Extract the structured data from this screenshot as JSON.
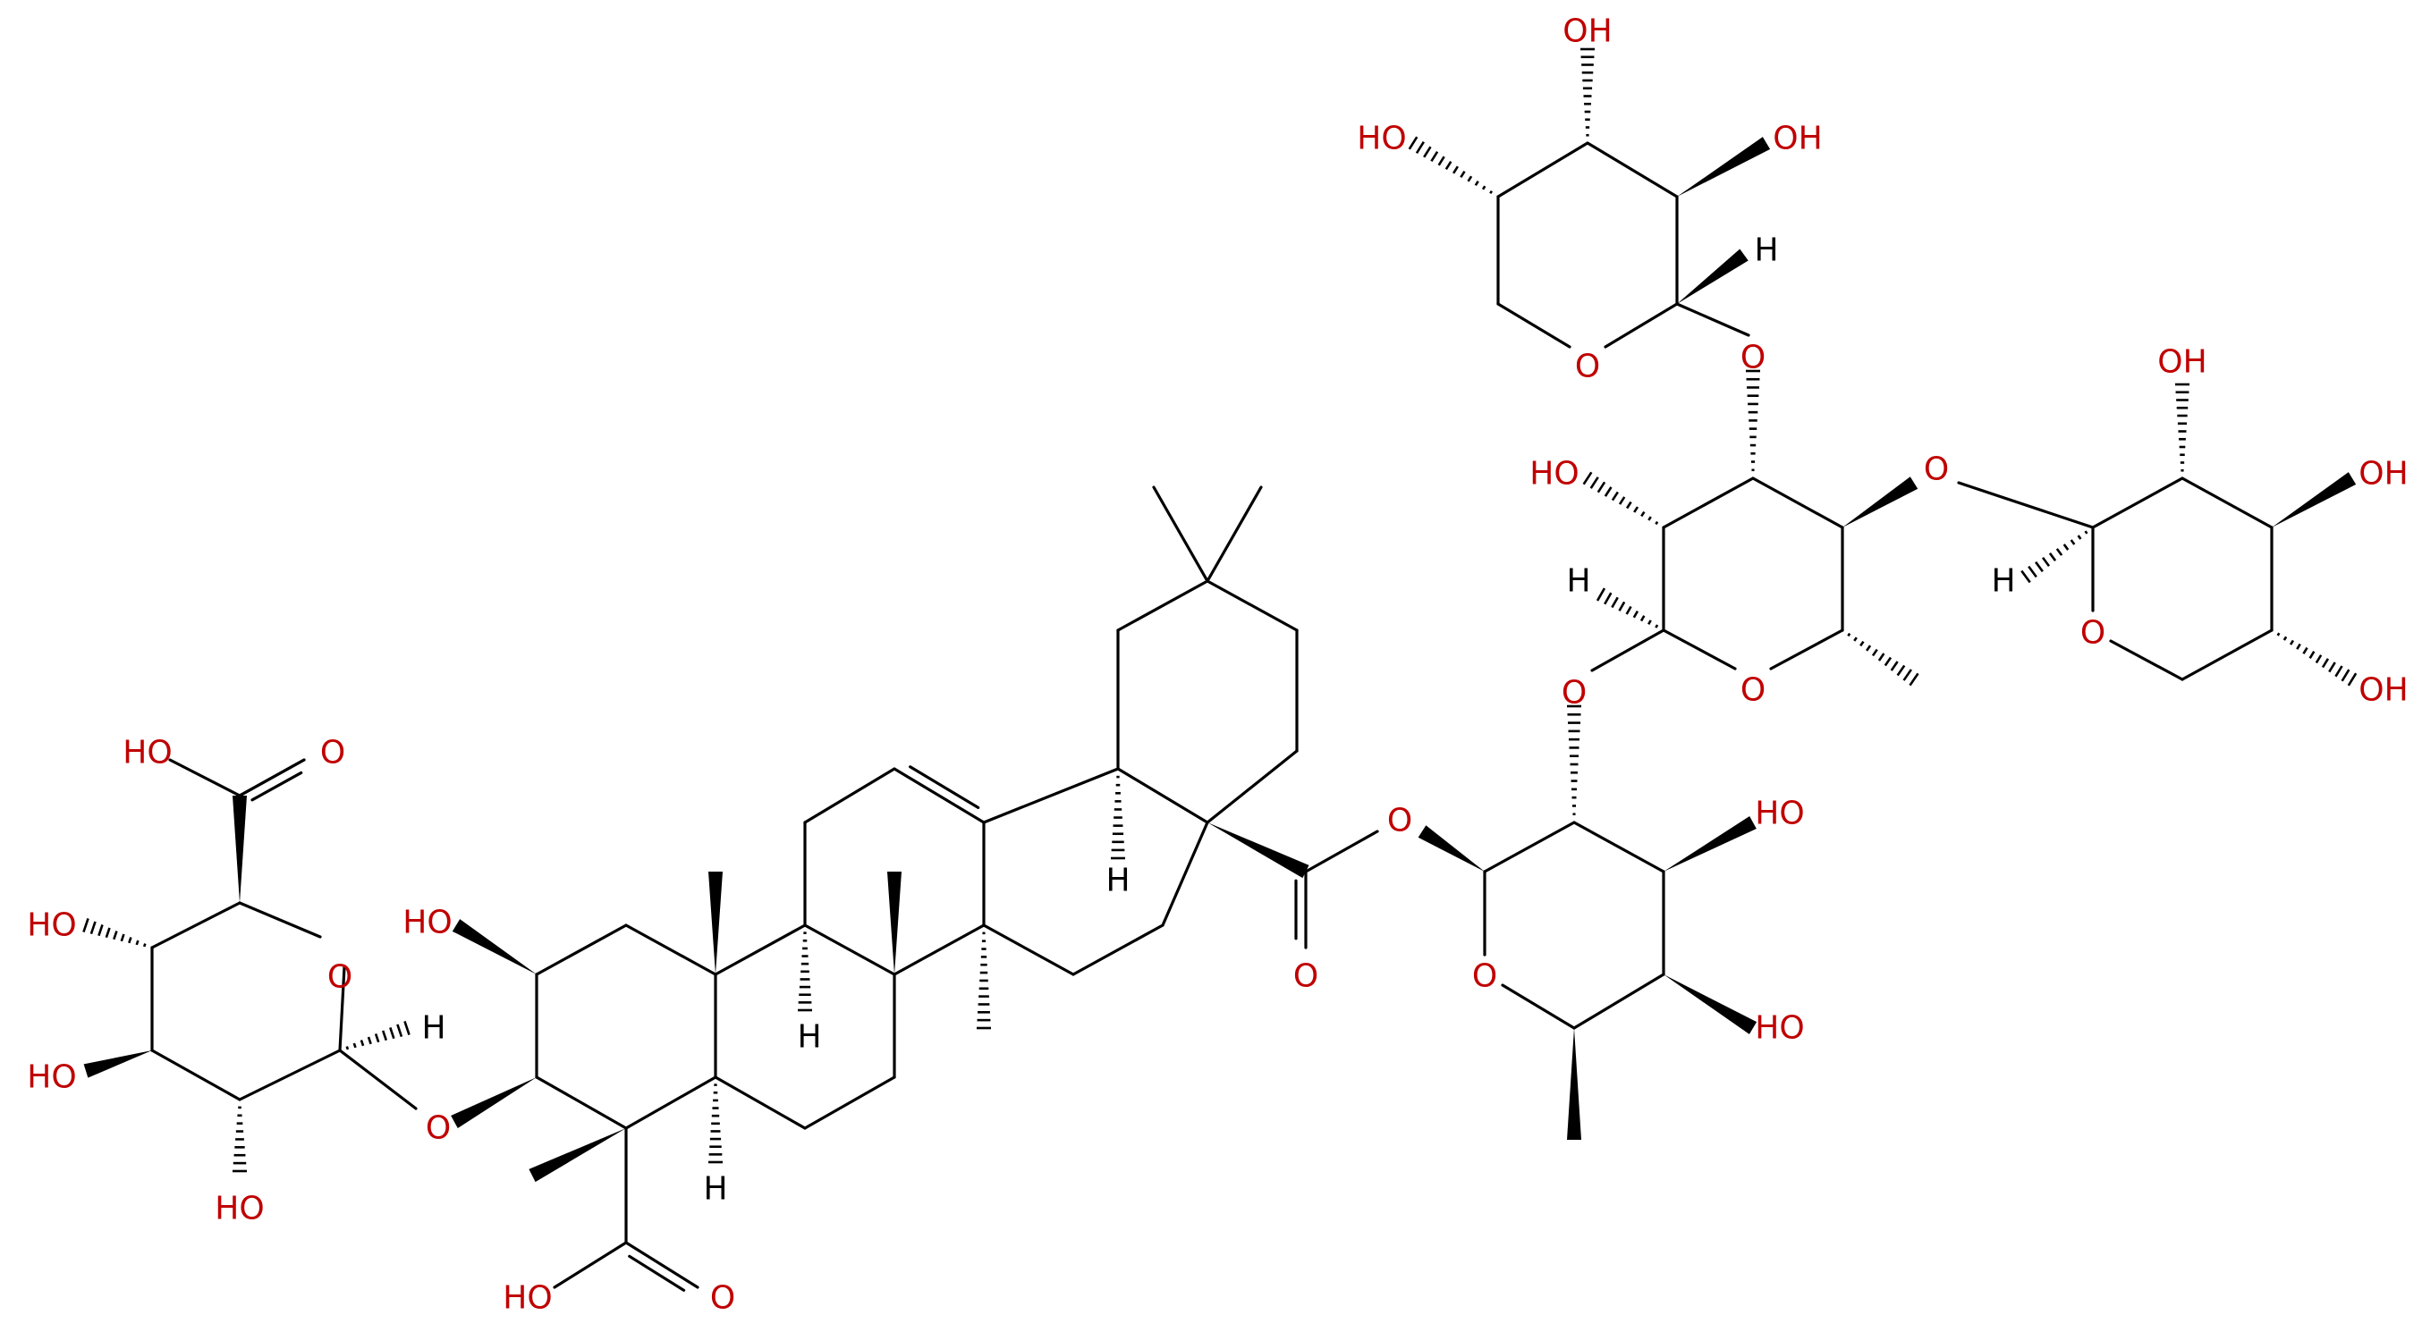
{
  "molecule": {
    "label_color": "#c00000",
    "bond_color": "#000000",
    "atoms": {
      "ho_glc_acid": "HO",
      "o_glc_acid_carbonyl": "O",
      "ho_glc_c4": "HO",
      "o_glc_ring": "O",
      "ho_glc_c3": "HO",
      "ho_glc_c2": "HO",
      "h_glc_anomeric": "H",
      "o_glc_glycosidic": "O",
      "ho_c2_aglycone": "HO",
      "ho_c23_acid": "HO",
      "o_c23_carbonyl": "O",
      "h_c5": "H",
      "h_c9": "H",
      "h_c18": "H",
      "o_ester_link": "O",
      "o_ester_carbonyl": "O",
      "o_fuc_ring": "O",
      "ho_fuc_c3": "HO",
      "ho_fuc_c4": "HO",
      "o_fuc_rha_link": "O",
      "h_rha_anomeric": "H",
      "ho_rha_c2": "HO",
      "o_rha_ring": "O",
      "o_rha_xyl_top_link": "O",
      "o_rha_xyl_right_link": "O",
      "o_xyl_top_ring": "O",
      "h_xyl_top_anomeric": "H",
      "ho_xyl_top_c4": "HO",
      "oh_xyl_top_c3": "OH",
      "oh_xyl_top_c2": "OH",
      "h_xyl_right_anomeric": "H",
      "o_xyl_right_ring": "O",
      "oh_xyl_right_c2": "OH",
      "oh_xyl_right_c3": "OH",
      "oh_xyl_right_c4": "OH"
    }
  }
}
